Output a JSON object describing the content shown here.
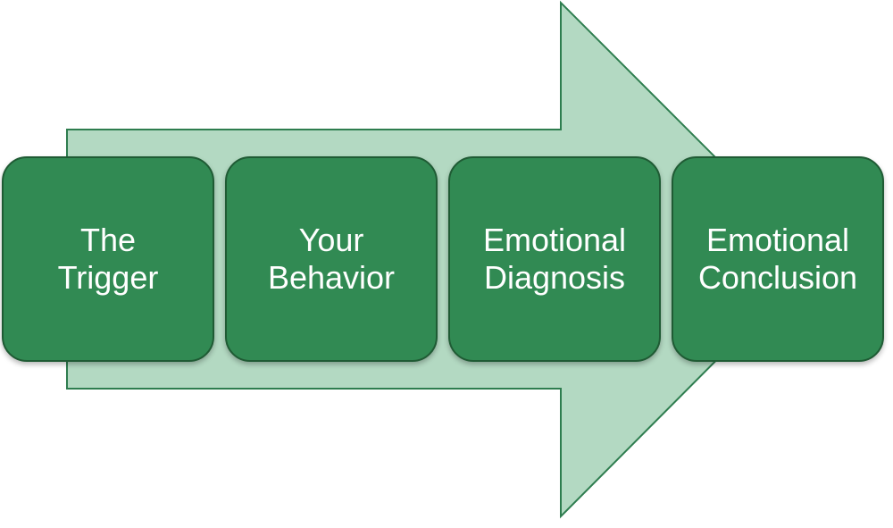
{
  "colors": {
    "arrow_fill": "#b3d9c2",
    "arrow_stroke": "#2e7d4f",
    "box_fill": "#318a53",
    "box_stroke": "#1f5b34",
    "label_text": "#ffffff"
  },
  "steps": [
    {
      "label": "The\nTrigger"
    },
    {
      "label": "Your\nBehavior"
    },
    {
      "label": "Emotional\nDiagnosis"
    },
    {
      "label": "Emotional\nConclusion"
    }
  ]
}
